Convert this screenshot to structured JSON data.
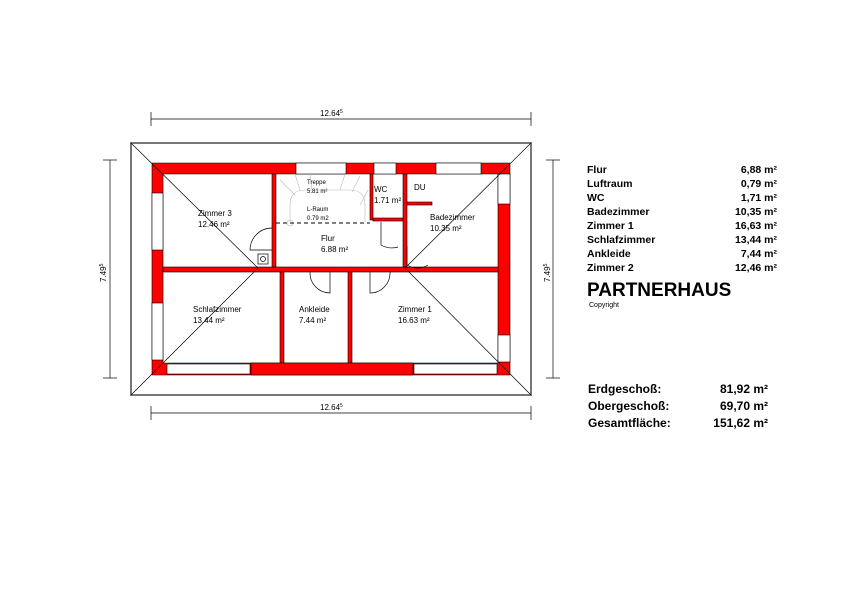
{
  "plan": {
    "width_label": "12.64",
    "width_sup": "5",
    "depth_label": "7.49",
    "depth_sup": "5",
    "rooms": [
      {
        "name": "Zimmer 3",
        "area": "12.46 m²"
      },
      {
        "name": "Treppe",
        "area": "5.81 m²"
      },
      {
        "name": "L-Raum",
        "area": "0.79 m2"
      },
      {
        "name": "WC",
        "area": "1.71 m²"
      },
      {
        "name": "DU",
        "area": ""
      },
      {
        "name": "Badezimmer",
        "area": "10.35 m²"
      },
      {
        "name": "Flur",
        "area": "6.88 m²"
      },
      {
        "name": "Schlafzimmer",
        "area": "13.44 m²"
      },
      {
        "name": "Ankleide",
        "area": "7.44 m²"
      },
      {
        "name": "Zimmer 1",
        "area": "16.63 m²"
      }
    ],
    "wall_color": "#ff0000"
  },
  "legend": [
    {
      "name": "Flur",
      "area": "6,88 m²"
    },
    {
      "name": "Luftraum",
      "area": "0,79 m²"
    },
    {
      "name": "WC",
      "area": "1,71 m²"
    },
    {
      "name": "Badezimmer",
      "area": "10,35 m²"
    },
    {
      "name": "Zimmer 1",
      "area": "16,63 m²"
    },
    {
      "name": "Schlafzimmer",
      "area": "13,44 m²"
    },
    {
      "name": "Ankleide",
      "area": "7,44 m²"
    },
    {
      "name": "Zimmer 2",
      "area": "12,46 m²"
    }
  ],
  "title": "PARTNERHAUS",
  "copyright": "Copyright",
  "totals": [
    {
      "label": "Erdgeschoß:",
      "value": "81,92 m²"
    },
    {
      "label": "Obergeschoß:",
      "value": "69,70 m²"
    },
    {
      "label": "Gesamtfläche:",
      "value": "151,62 m²"
    }
  ]
}
